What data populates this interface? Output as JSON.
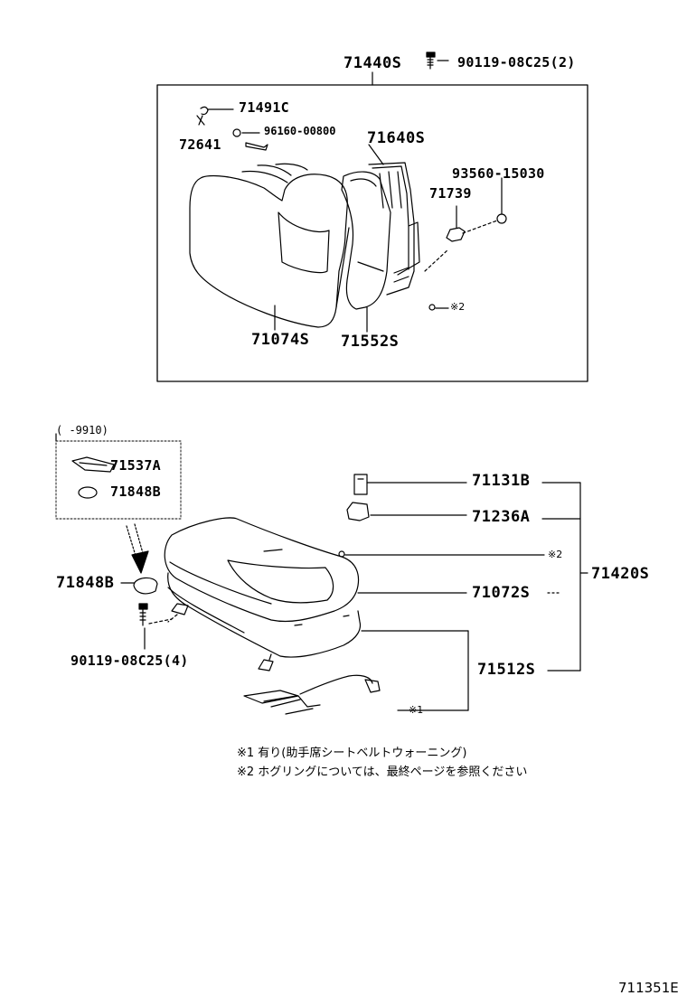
{
  "upper": {
    "assembly": "71440S",
    "bolt": "90119-08C25(2)",
    "cover": "71491C",
    "clip": "96160-00800",
    "headrest_support": "72641",
    "frame": "71640S",
    "ring": "93560-15030",
    "spacer": "71739",
    "back_cover": "71074S",
    "pad": "71552S",
    "hog_ring_mark": "※2"
  },
  "lower": {
    "date_range": "(      -9910)",
    "inset_part_a": "71537A",
    "inset_part_b": "71848B",
    "cap": "71848B",
    "bolt": "90119-08C25(4)",
    "bracket_a": "71131B",
    "bracket_b": "71236A",
    "hog_ring_mark": "※2",
    "assembly": "71420S",
    "cushion_cover": "71072S",
    "cushion_pad": "71512S",
    "harness_mark": "※1"
  },
  "notes": {
    "note1": "※1  有り(助手席シートベルトウォーニング)",
    "note2": "※2  ホグリングについては、最終ページを参照ください"
  },
  "figure_id": "711351E"
}
